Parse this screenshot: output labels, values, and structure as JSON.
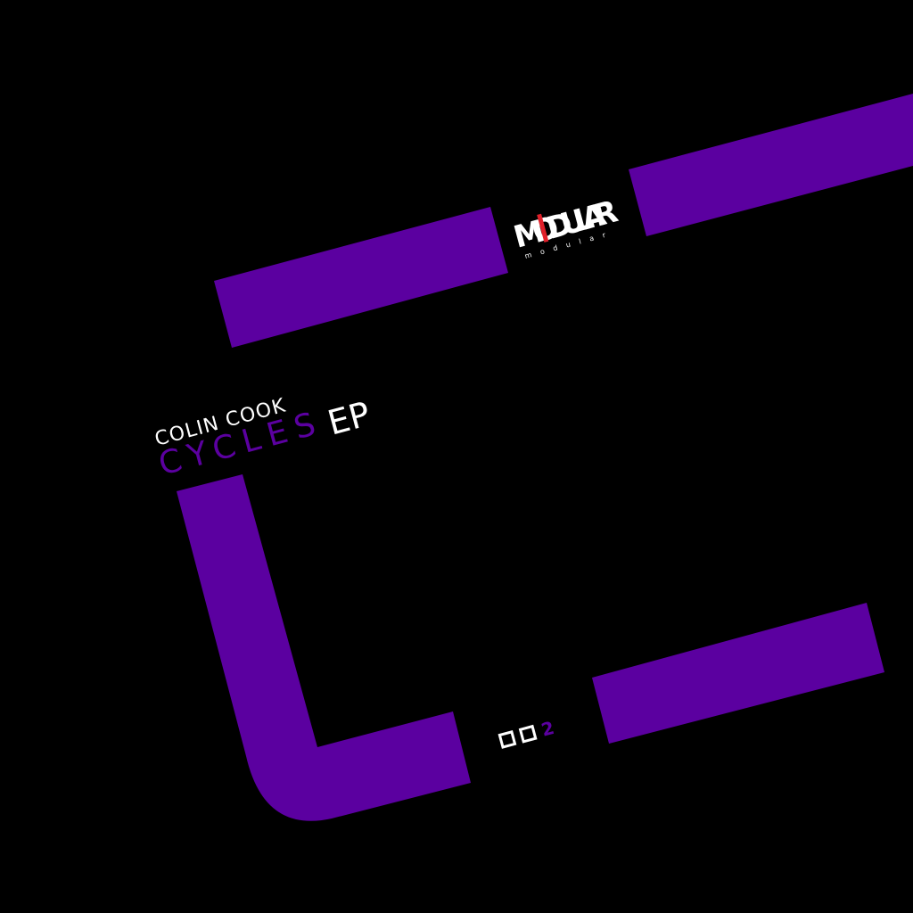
{
  "artist": "COLIN COOK",
  "title": "CYCLES",
  "format": "EP",
  "catalog_number": "002",
  "label": {
    "logo_text": "MODULAR",
    "subtitle": "modular"
  },
  "colors": {
    "background": "#000000",
    "accent": "#5b00a0",
    "text": "#ffffff",
    "logo_red": "#e0202a"
  }
}
